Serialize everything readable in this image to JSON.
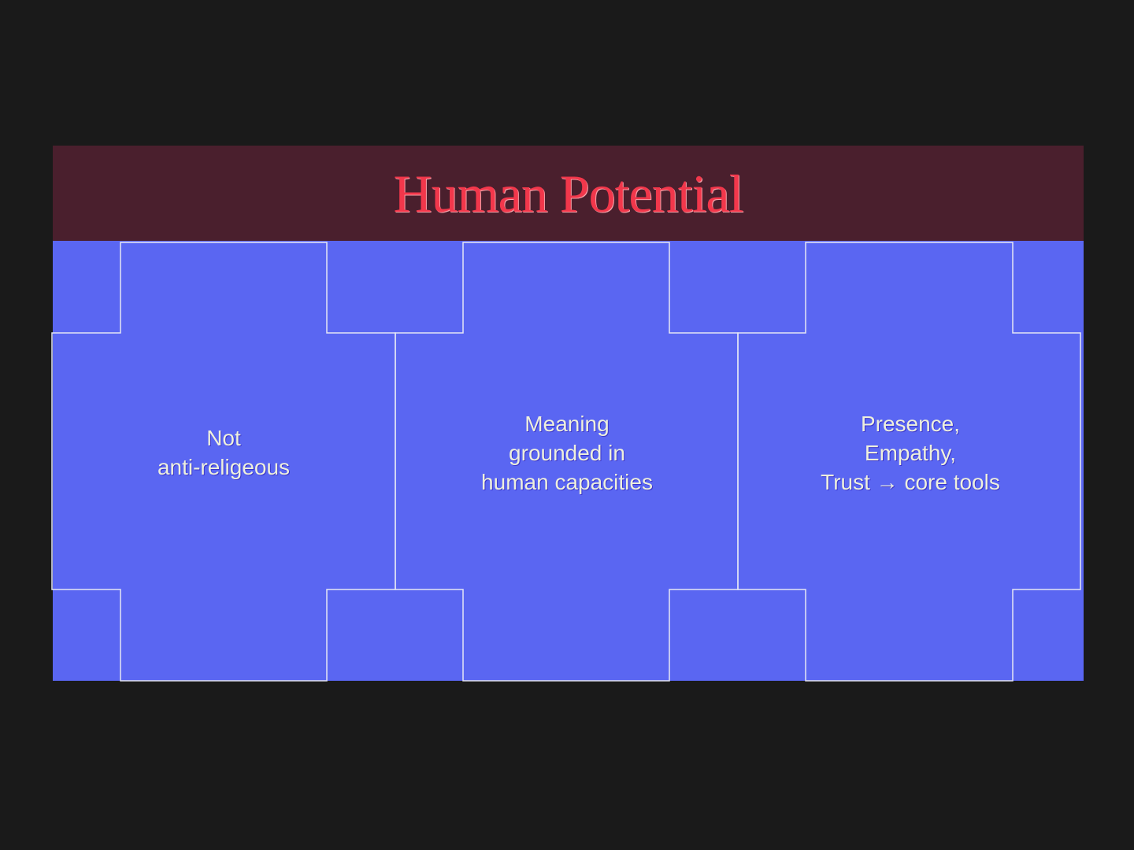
{
  "title": "Human Potential",
  "columns": [
    {
      "lines": [
        "Not",
        "anti-religeous"
      ]
    },
    {
      "lines": [
        "Meaning",
        "grounded in",
        "human capacities"
      ]
    },
    {
      "lines": [
        "Presence,",
        "Empathy,",
        "Trust → core tools"
      ]
    }
  ],
  "colors": {
    "background": "#1a1a1a",
    "header": "#4a1f2d",
    "body": "#5a66f2",
    "title": "#f2374b",
    "text": "#eef0dc"
  }
}
